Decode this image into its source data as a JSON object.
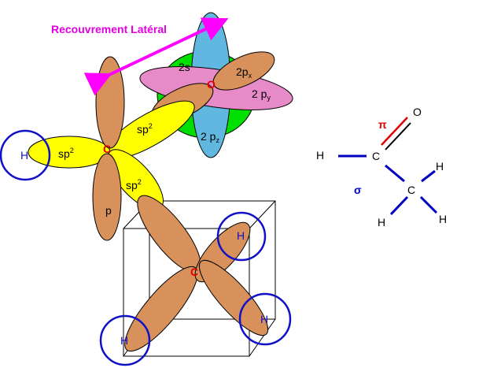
{
  "title": "Recouvrement Latéral",
  "colors": {
    "orange": "#D8915A",
    "yellow": "#FFFF00",
    "green": "#00E000",
    "blue": "#60B8E0",
    "pink": "#E78AC8",
    "ring": "#1010C8",
    "red": "#E00000",
    "magenta": "#FF00FF",
    "bond": "#0000C0"
  },
  "orbital_labels": {
    "s2": "2s",
    "p2x": "2p",
    "p2x_sub": "x",
    "p2y": "2 p",
    "p2y_sub": "y",
    "p2z": "2 p",
    "p2z_sub": "z",
    "sp2": "sp",
    "sp2_sup": "2",
    "p": "p"
  },
  "atoms": {
    "O": "O",
    "C": "C",
    "H": "H"
  },
  "formula": {
    "H_left": "H",
    "C1": "C",
    "O": "O",
    "pi": "π",
    "sigma": "σ",
    "C2": "C",
    "H_top": "H",
    "H_bottom_left": "H",
    "H_bottom_right": "H"
  }
}
